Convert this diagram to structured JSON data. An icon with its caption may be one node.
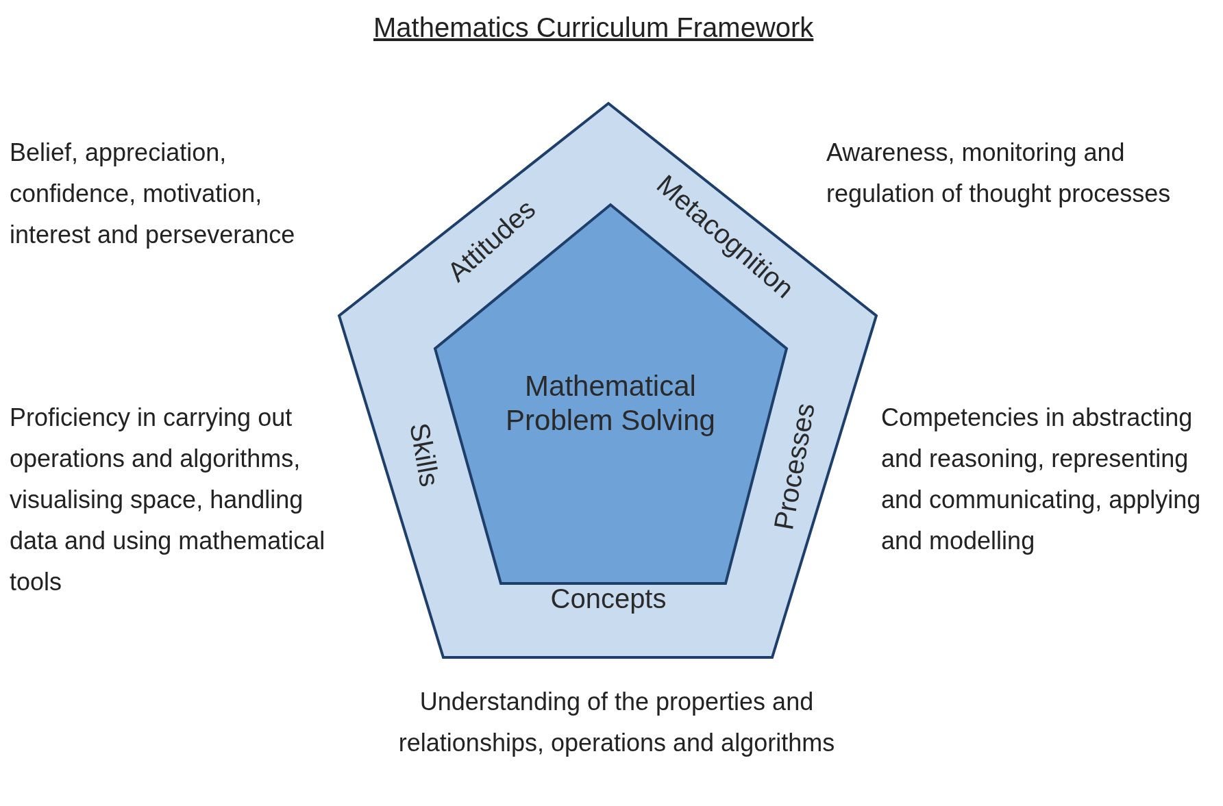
{
  "diagram": {
    "title": "Mathematics Curriculum Framework",
    "nodes": [
      {
        "text": [
          "Attitudes",
          "Metacognition",
          "Processes",
          "Concepts",
          "Skills"
        ]
      },
      {
        "text": [
          "Mathematical Problem Solving"
        ],
        "in": 0
      }
    ],
    "labels": [
      "Belief, appreciation, confidence, motivation, interest and perseverance",
      "Awareness, monitoring and regulation of thought processes",
      "Proficiency in carrying out operations and algorithms, visualising space, handling data and using mathematical tools",
      "Competencies in abstracting and reasoning, representing and communicating, applying and modelling",
      "Understanding of the properties and relationships, operations and algorithms"
    ]
  }
}
